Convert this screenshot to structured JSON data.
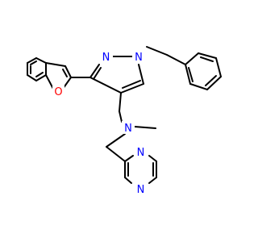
{
  "atoms": {
    "pyrazole_n2": {
      "text": "N",
      "color": "#0000ff"
    },
    "pyrazole_n1": {
      "text": "N",
      "color": "#0000ff"
    },
    "furan_o": {
      "text": "O",
      "color": "#ff0000"
    },
    "amine_n": {
      "text": "N",
      "color": "#0000ff"
    },
    "pyrazine_n4": {
      "text": "N",
      "color": "#0000ff"
    },
    "pyrazine_n1": {
      "text": "N",
      "color": "#0000ff"
    }
  }
}
